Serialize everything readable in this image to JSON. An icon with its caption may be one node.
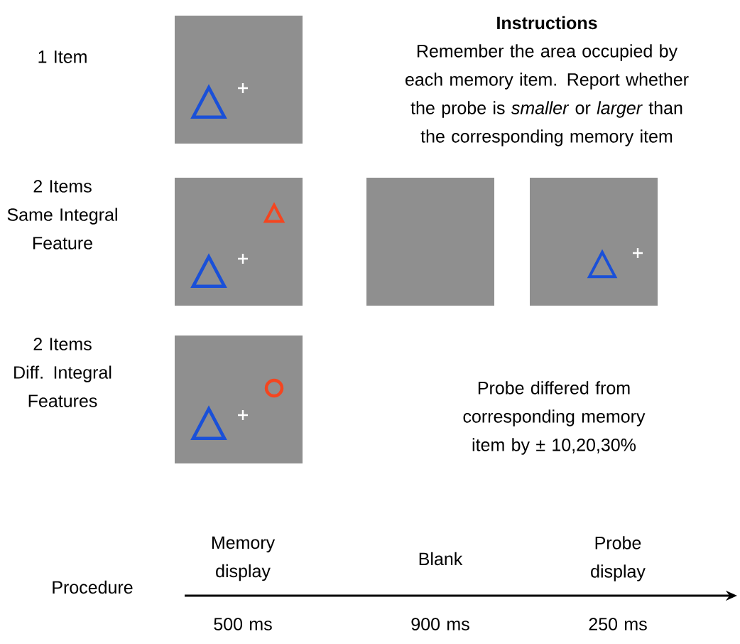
{
  "diagram": {
    "nodes": [
      {
        "text": [],
        "shape": "box"
      },
      {
        "text": [],
        "shape": "box"
      },
      {
        "text": [],
        "shape": "box"
      },
      {
        "text": [],
        "shape": "box"
      },
      {
        "text": [],
        "shape": "box"
      }
    ],
    "labels": [
      "1 Item",
      "2 Items Same Integral Feature",
      "2 Items Diff. Integral Features",
      "Instructions",
      "Remember the area occupied by each memory item. Report whether the probe is *smaller* or *larger* than the corresponding memory item",
      "Probe differed from corresponding memory item by ± 10,20,30%",
      "Memory display",
      "Blank",
      "Probe display",
      "Procedure",
      "500 ms",
      "900 ms",
      "250 ms"
    ]
  }
}
